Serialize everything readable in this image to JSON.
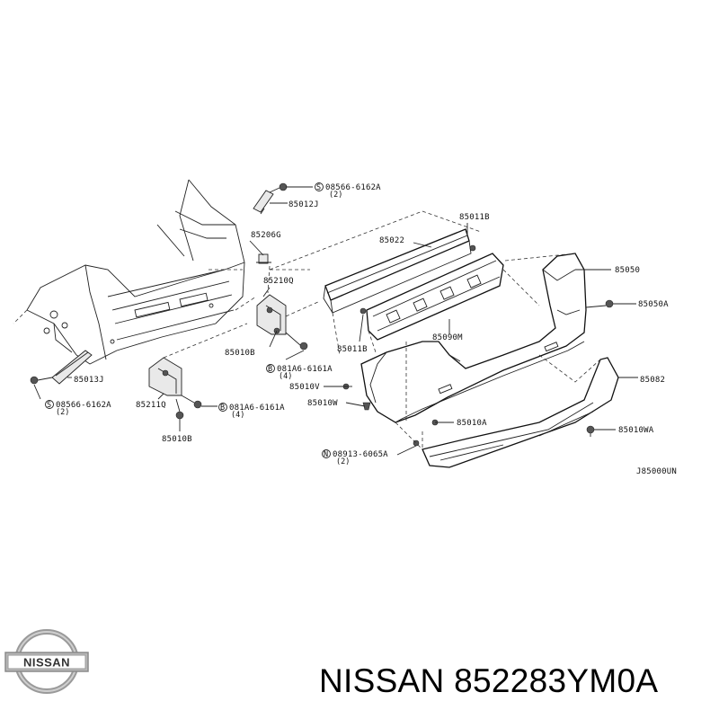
{
  "diagram": {
    "drawing_code": "J85000UN",
    "labels": {
      "p_08566_top": "08566-6162A",
      "q_top": "(2)",
      "p_85012J": "85012J",
      "p_85206G": "85206G",
      "p_85011B_top": "85011B",
      "p_85022": "85022",
      "p_85050": "85050",
      "p_85050A": "85050A",
      "p_85210Q": "85210Q",
      "p_85010B_mid": "85010B",
      "p_081A6_mid": "081A6-6161A",
      "q_mid4": "(4)",
      "p_85011B_low": "85011B",
      "p_85090M": "85090M",
      "p_85013J": "85013J",
      "p_85010V": "85010V",
      "p_85082": "85082",
      "p_08566_bot": "08566-6162A",
      "q_bot2": "(2)",
      "p_85211Q": "85211Q",
      "p_081A6_bot": "081A6-6161A",
      "q_bot4": "(4)",
      "p_85010W": "85010W",
      "p_85010A": "85010A",
      "p_85010WA": "85010WA",
      "p_85010B_bot": "85010B",
      "p_08913": "08913-6065A",
      "q_08913": "(2)"
    },
    "prefix_s": "S",
    "prefix_b": "B",
    "prefix_n": "N"
  },
  "brand": {
    "logo_text": "NISSAN",
    "caption": "NISSAN 852283YM0A"
  },
  "colors": {
    "line": "#222222",
    "background": "#ffffff"
  }
}
